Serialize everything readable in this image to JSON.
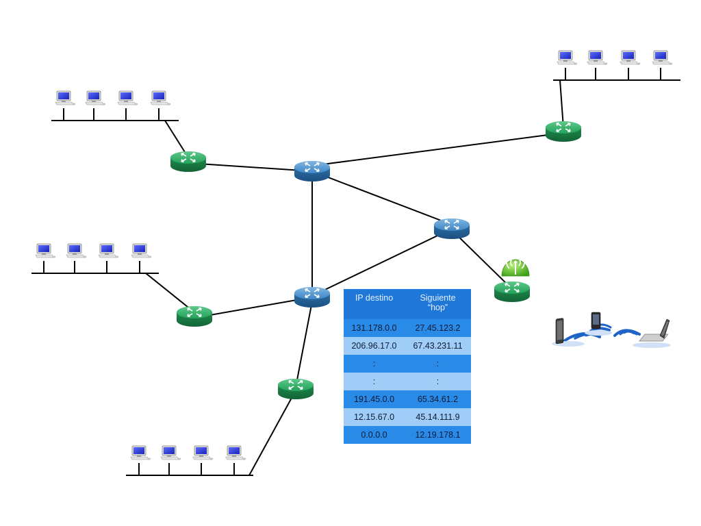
{
  "routing_table": {
    "headers": [
      "IP destino",
      "Siguiente\n“hop”"
    ],
    "rows": [
      [
        "131.178.0.0",
        "27.45.123.2"
      ],
      [
        "206.96.17.0",
        "67.43.231.11"
      ],
      [
        ":",
        ":"
      ],
      [
        ":",
        ":"
      ],
      [
        "191.45.0.0",
        "65.34.61.2"
      ],
      [
        "12.15.67.0",
        "45.14.111.9"
      ],
      [
        "0.0.0.0",
        "12.19.178.1"
      ]
    ]
  },
  "colors": {
    "core_router": "#2f78b4",
    "edge_router": "#1f9a56",
    "wireless_ap_badge": "#5fc82a",
    "table_header": "#1f78d8",
    "table_dark_row": "#2a8ae8",
    "table_light_row": "#9fcdf7"
  },
  "icons": {
    "core_router": "router-icon",
    "edge_router": "router-icon",
    "host": "desktop-computer-icon",
    "wireless": "wireless-antenna-icon",
    "mobile_devices": "mobile-devices-icon"
  }
}
